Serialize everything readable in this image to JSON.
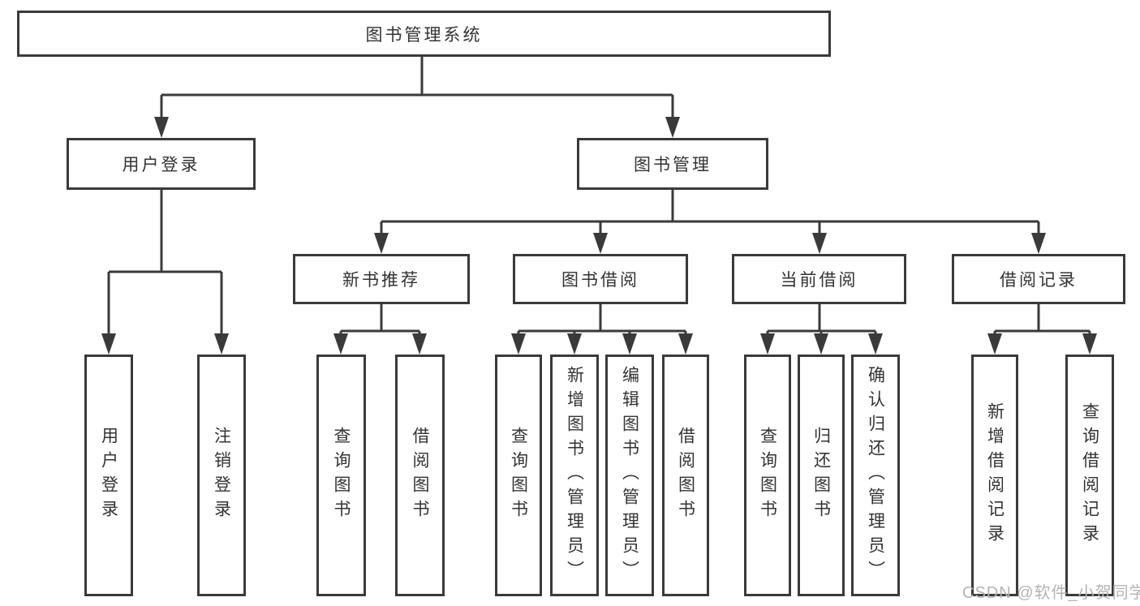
{
  "diagram": {
    "root": {
      "label": "图书管理系统"
    },
    "level2": [
      {
        "label": "用户登录",
        "children": [
          {
            "label": "用户登录"
          },
          {
            "label": "注销登录"
          }
        ]
      },
      {
        "label": "图书管理",
        "children": [
          {
            "label": "新书推荐",
            "children": [
              {
                "label": "查询图书"
              },
              {
                "label": "借阅图书"
              }
            ]
          },
          {
            "label": "图书借阅",
            "children": [
              {
                "label": "查询图书"
              },
              {
                "label": "新增图书（管理员）"
              },
              {
                "label": "编辑图书（管理员）"
              },
              {
                "label": "借阅图书"
              }
            ]
          },
          {
            "label": "当前借阅",
            "children": [
              {
                "label": "查询图书"
              },
              {
                "label": "归还图书"
              },
              {
                "label": "确认归还（管理员）"
              }
            ]
          },
          {
            "label": "借阅记录",
            "children": [
              {
                "label": "新增借阅记录"
              },
              {
                "label": "查询借阅记录"
              }
            ]
          }
        ]
      }
    ],
    "watermark": "CSDN @软件_小贺同学",
    "colors": {
      "line": "#3a3a3a",
      "text": "#333333",
      "box_background": "#ffffff",
      "watermark": "#b4b4b4",
      "page_background": "#ffffff"
    }
  }
}
